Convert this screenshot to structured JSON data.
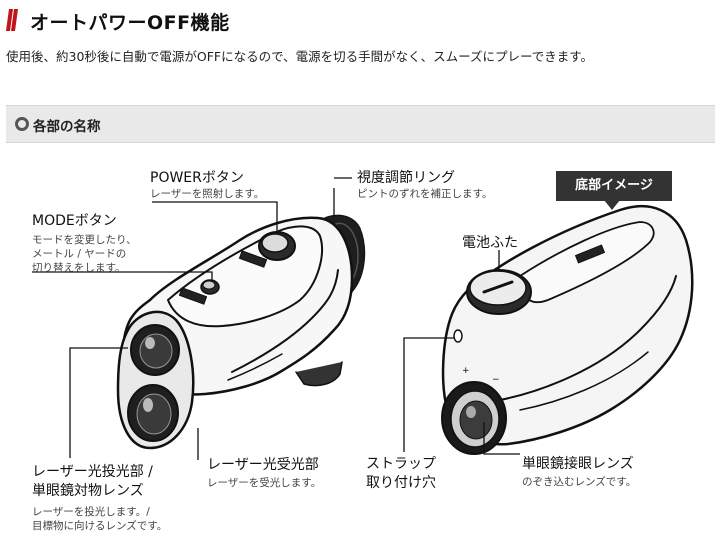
{
  "header": {
    "title": "オートパワーOFF機能",
    "description": "使用後、約30秒後に自動で電源がOFFになるので、電源を切る手間がなく、スムーズにプレーできます。"
  },
  "section": {
    "title": "各部の名称"
  },
  "colors": {
    "accent": "#c0151b",
    "section_bg": "#e9e9e9",
    "badge_bg": "#333333"
  },
  "figure": {
    "badge": "底部イメージ",
    "labels": {
      "power": {
        "title": "POWERボタン",
        "sub": "レーザーを照射します。"
      },
      "diopter": {
        "title": "視度調節リング",
        "sub": "ピントのずれを補正します。"
      },
      "mode": {
        "title": "MODEボタン",
        "sub1": "モードを変更したり、",
        "sub2": "メートル / ヤードの",
        "sub3": "切り替えをします。"
      },
      "emitter": {
        "title1": "レーザー光投光部 /",
        "title2": "単眼鏡対物レンズ",
        "sub1": "レーザーを投光します。/",
        "sub2": "目標物に向けるレンズです。"
      },
      "receiver": {
        "title": "レーザー光受光部",
        "sub": "レーザーを受光します。"
      },
      "battery": {
        "title": "電池ふた"
      },
      "strap": {
        "title1": "ストラップ",
        "title2": "取り付け穴"
      },
      "eyepiece": {
        "title": "単眼鏡接眼レンズ",
        "sub": "のぞき込むレンズです。"
      }
    }
  }
}
